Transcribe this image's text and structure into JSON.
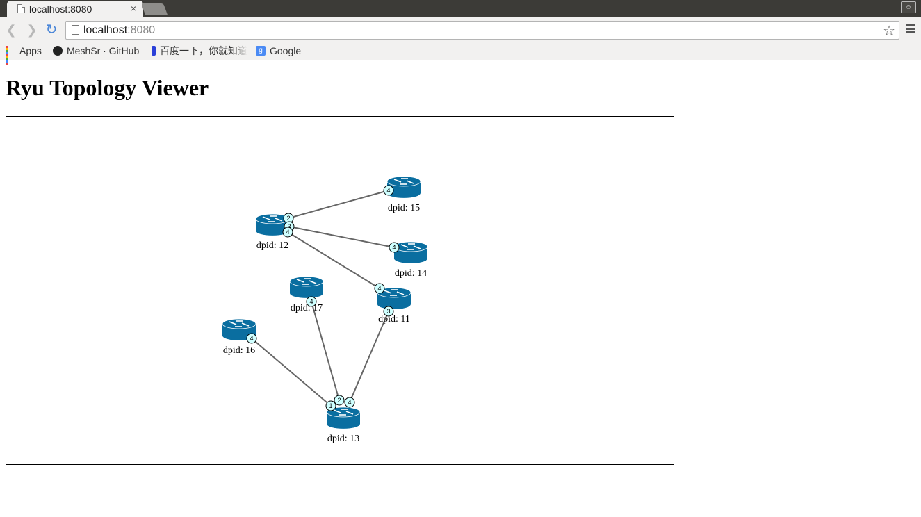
{
  "browser": {
    "tab_title": "localhost:8080",
    "tab_close": "×",
    "url_host": "localhost",
    "url_port": ":8080",
    "bookmarks": [
      {
        "label": "Apps",
        "icon": "apps-grid-icon"
      },
      {
        "label": "MeshSr · GitHub",
        "icon": "github-icon"
      },
      {
        "label": "百度一下，你就知道",
        "icon": "baidu-paw-icon"
      },
      {
        "label": "Google",
        "icon": "google-icon"
      }
    ]
  },
  "page": {
    "title": "Ryu Topology Viewer"
  },
  "colors": {
    "switch_blue": "#0a6ea0",
    "port_fill": "#cfffff",
    "link": "#666666"
  },
  "topology": {
    "switches": [
      {
        "dpid": "12",
        "label": "dpid: 12"
      },
      {
        "dpid": "15",
        "label": "dpid: 15"
      },
      {
        "dpid": "14",
        "label": "dpid: 14"
      },
      {
        "dpid": "17",
        "label": "dpid: 17"
      },
      {
        "dpid": "11",
        "label": "dpid: 11"
      },
      {
        "dpid": "16",
        "label": "dpid: 16"
      },
      {
        "dpid": "13",
        "label": "dpid: 13"
      }
    ],
    "links": [
      {
        "src": "12",
        "src_port": "2",
        "dst": "15",
        "dst_port": "4"
      },
      {
        "src": "12",
        "src_port": "3",
        "dst": "14",
        "dst_port": "4"
      },
      {
        "src": "12",
        "src_port": "4",
        "dst": "11",
        "dst_port": "4"
      },
      {
        "src": "11",
        "src_port": "3",
        "dst": "13",
        "dst_port": "4"
      },
      {
        "src": "17",
        "src_port": "4",
        "dst": "13",
        "dst_port": "2"
      },
      {
        "src": "16",
        "src_port": "4",
        "dst": "13",
        "dst_port": "1"
      }
    ]
  }
}
